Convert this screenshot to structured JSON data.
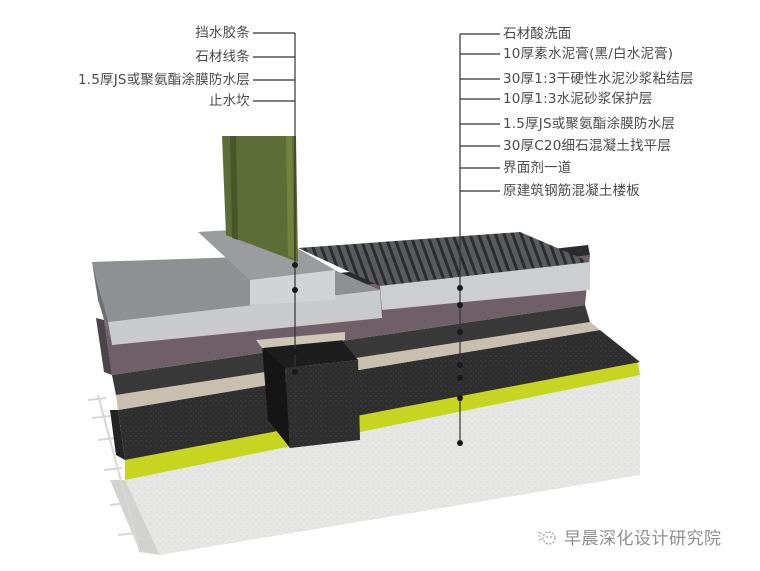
{
  "diagram": {
    "type": "layered floor waterproofing section (3D cutaway)",
    "left_callouts": [
      {
        "label": "挡水胶条"
      },
      {
        "label": "石材线条"
      },
      {
        "label": "1.5厚JS或聚氨酯涂膜防水层"
      },
      {
        "label": "止水坎"
      }
    ],
    "right_callouts": [
      {
        "label": "石材酸洗面"
      },
      {
        "label": "10厚素水泥膏(黑/白水泥膏)"
      },
      {
        "label": "30厚1:3干硬性水泥沙浆粘结层"
      },
      {
        "label": "10厚1:3水泥砂浆保护层"
      },
      {
        "label": "1.5厚JS或聚氨酯涂膜防水层"
      },
      {
        "label": "30厚C20细石混凝土找平层"
      },
      {
        "label": "界面剂一道"
      },
      {
        "label": "原建筑钢筋混凝土楼板"
      }
    ],
    "layer_colors": {
      "stone_top": "#8e9092",
      "stone_edge": "#c9cacb",
      "grooved_stone": "#3c3d3f",
      "cement_paste": "#2c2b2d",
      "adhesive_mortar": "#6e5f68",
      "protection_mortar": "#3a3939",
      "waterproof_membrane": "#c9bfae",
      "leveling_concrete": "#2f2f30",
      "interface_agent": "#c6d620",
      "slab": "#e4e4e2",
      "water_stop_curb": "#1f1f1f",
      "glass_strip": "#5e6d36",
      "leader_line": "#333333"
    }
  },
  "watermark": {
    "text": "早晨深化设计研究院"
  }
}
